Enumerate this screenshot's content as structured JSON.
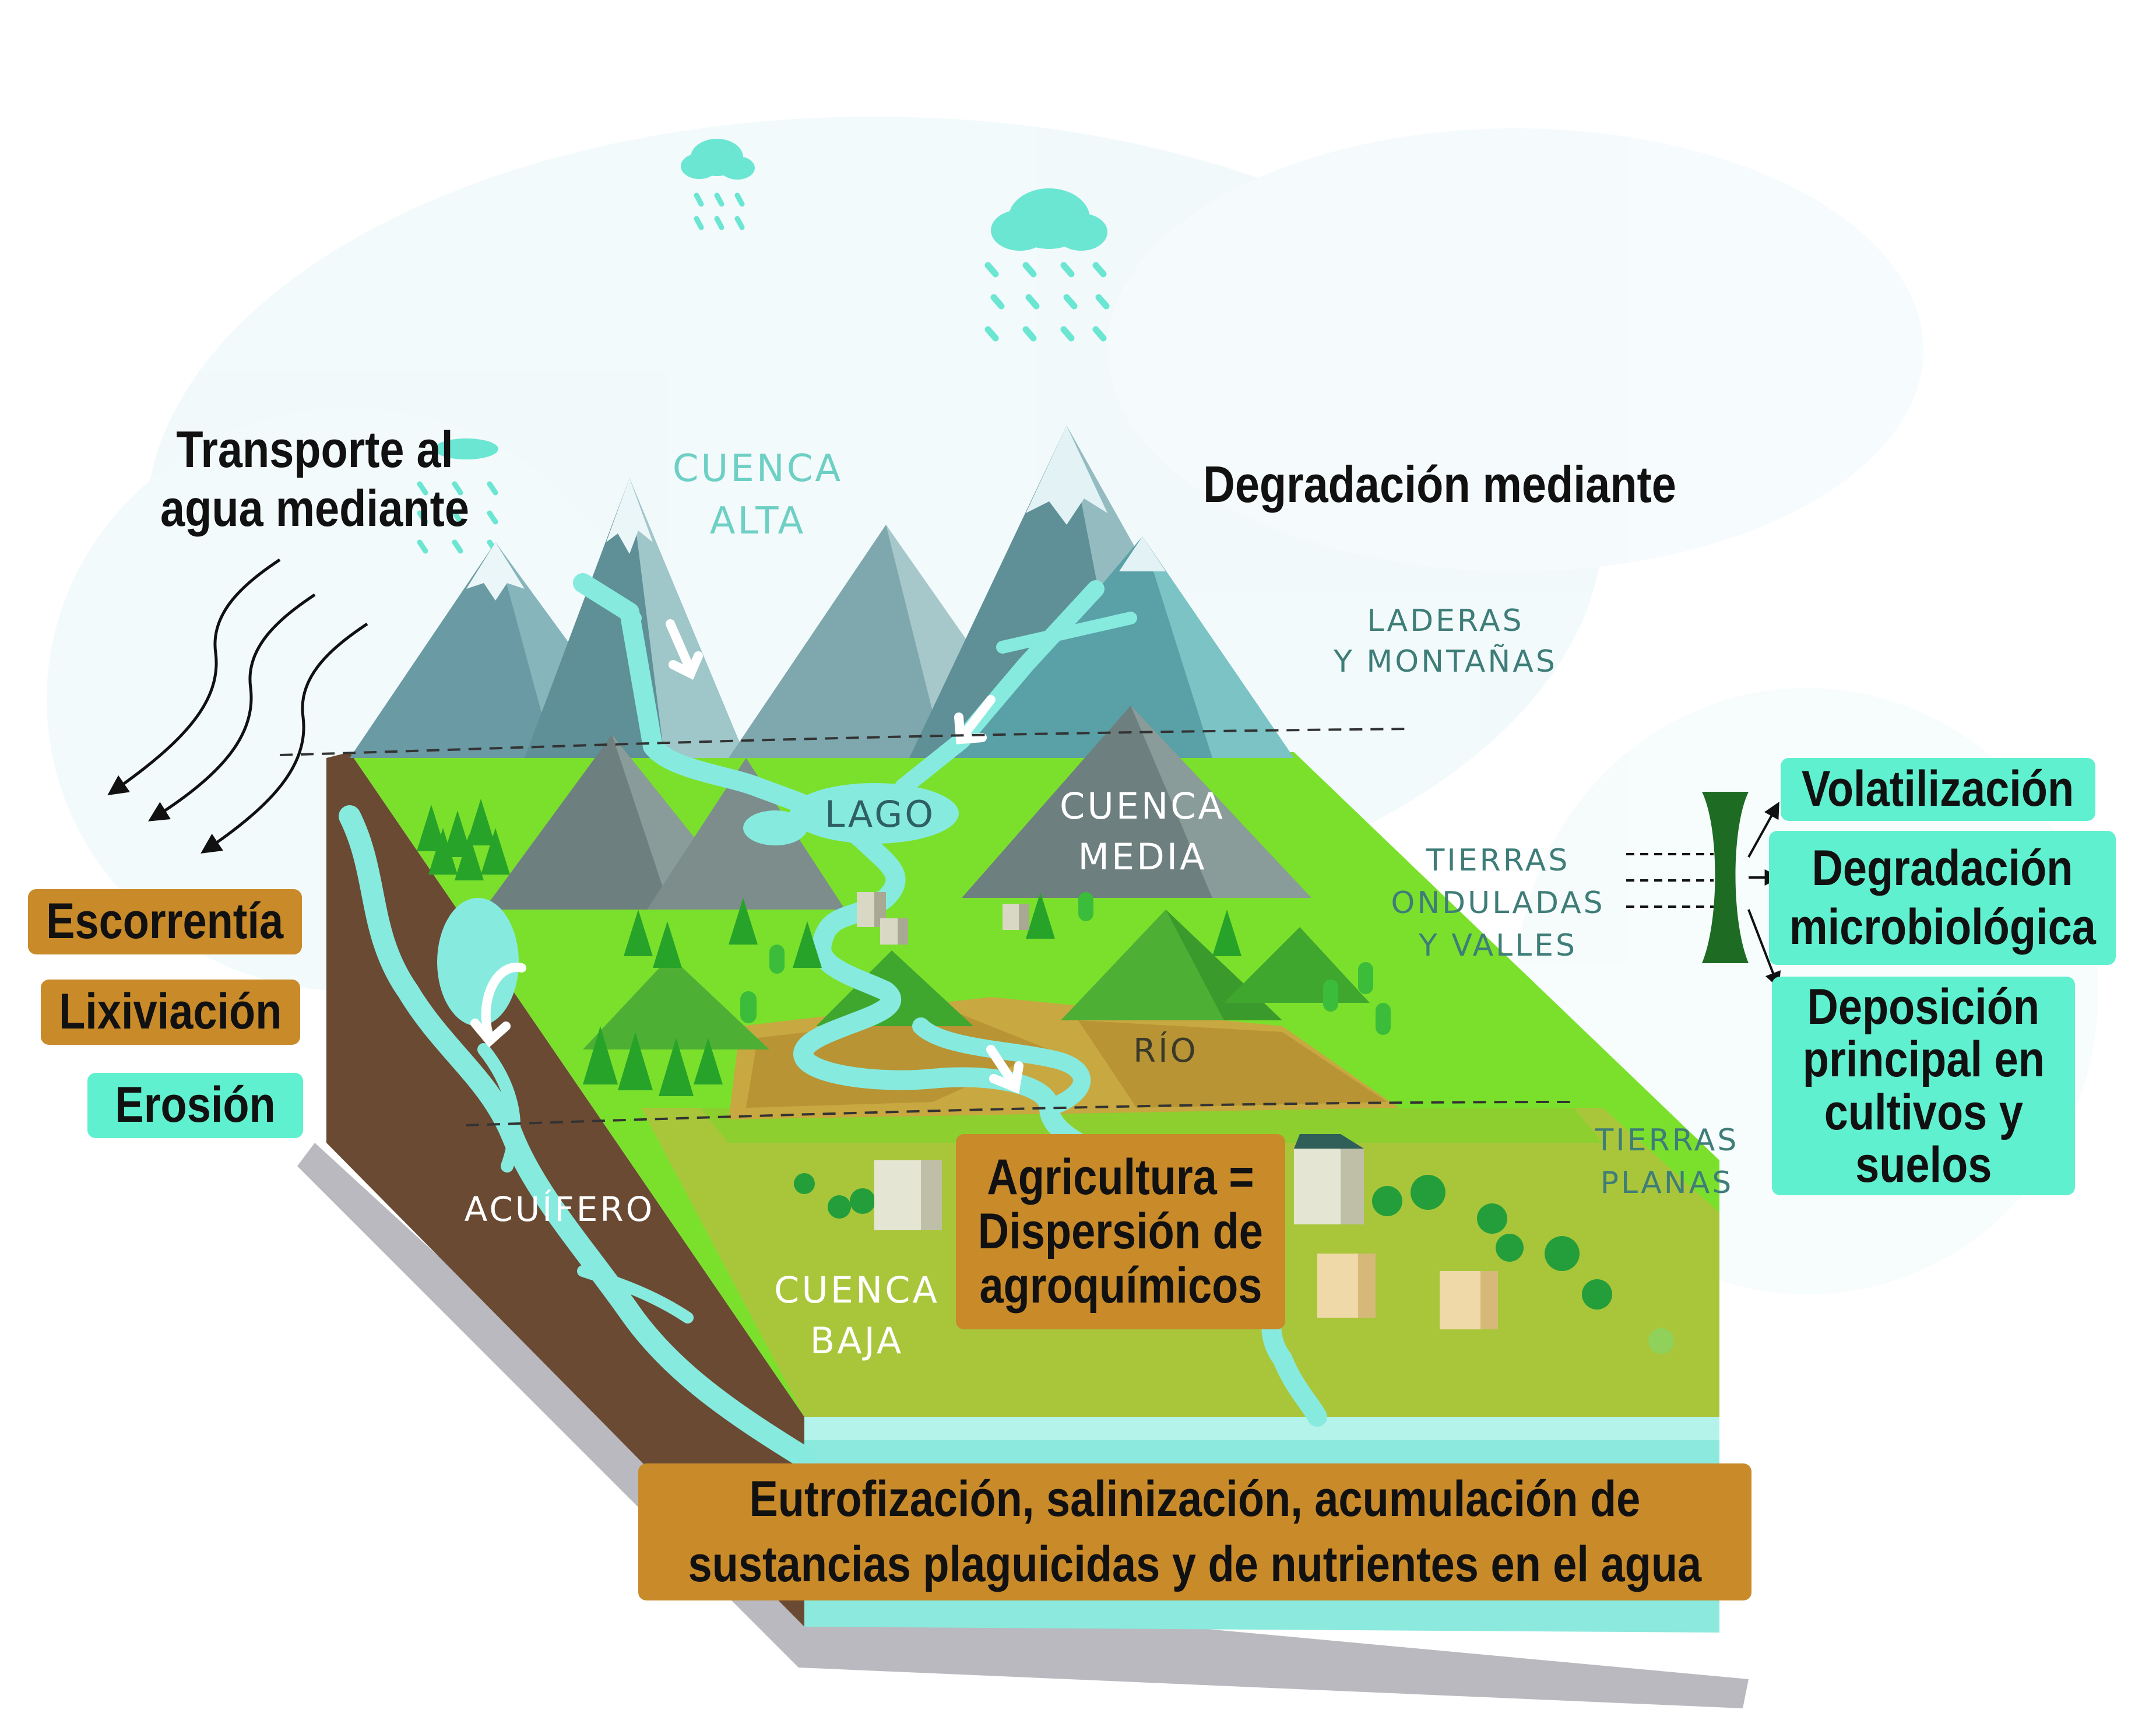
{
  "labels": {
    "transport_title_line1": "Transporte al",
    "transport_title_line2": "agua mediante",
    "degradation_title": "Degradación mediante",
    "cuenca_alta_line1": "CUENCA",
    "cuenca_alta_line2": "ALTA",
    "laderas_line1": "LADERAS",
    "laderas_line2": "Y MONTAÑAS",
    "lago": "LAGO",
    "cuenca_media_line1": "CUENCA",
    "cuenca_media_line2": "MEDIA",
    "tierras_onduladas_line1": "TIERRAS",
    "tierras_onduladas_line2": "ONDULADAS",
    "tierras_onduladas_line3": "Y VALLES",
    "rio": "RÍO",
    "tierras_planas_line1": "TIERRAS",
    "tierras_planas_line2": "PLANAS",
    "acuifero": "ACUÍFERO",
    "cuenca_baja_line1": "CUENCA",
    "cuenca_baja_line2": "BAJA"
  },
  "transport_processes": [
    "Escorrentía",
    "Lixiviación",
    "Erosión"
  ],
  "degradation_processes": {
    "volatilization": "Volatilización",
    "microbial_line1": "Degradación",
    "microbial_line2": "microbiológica",
    "deposition_line1": "Deposición",
    "deposition_line2": "principal en",
    "deposition_line3": "cultivos y",
    "deposition_line4": "suelos"
  },
  "agriculture": {
    "line1": "Agricultura =",
    "line2": "Dispersión de",
    "line3": "agroquímicos"
  },
  "consequences": {
    "line1": "Eutrofización, salinización, acumulación de",
    "line2": "sustancias plaguicidas y de nutrientes en el agua"
  },
  "colors": {
    "orange_box": "#c98a2a",
    "teal_box": "#5ff0cf",
    "hand_label": "#3e7d78",
    "water": "#86eadf",
    "grass": "#7be02c",
    "soil": "#6a4a32",
    "mountain": "#5f8f97"
  }
}
